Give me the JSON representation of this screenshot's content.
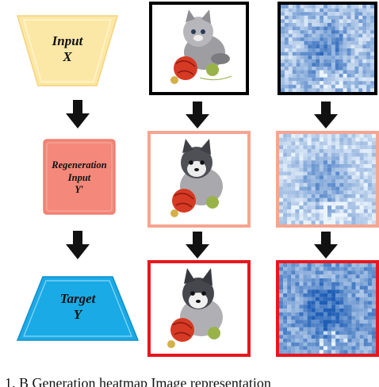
{
  "rows": [
    {
      "label_lines": [
        "Input",
        "X"
      ],
      "shape": "inverted-trapezoid",
      "fill": "#fce8a6",
      "frame_color": "#000000",
      "heat_intensity": "light"
    },
    {
      "label_lines": [
        "Regeneration",
        "Input",
        "Y′"
      ],
      "shape": "rounded-rect",
      "fill": "#f4887a",
      "frame_color": "#f6a591",
      "heat_intensity": "lighter"
    },
    {
      "label_lines": [
        "Target",
        "Y"
      ],
      "shape": "trapezoid",
      "fill": "#1aaae6",
      "frame_color": "#e8161e",
      "heat_intensity": "dark"
    }
  ],
  "arrow_color": "#111111",
  "caption": "1. B Generation heatmap Image representation"
}
